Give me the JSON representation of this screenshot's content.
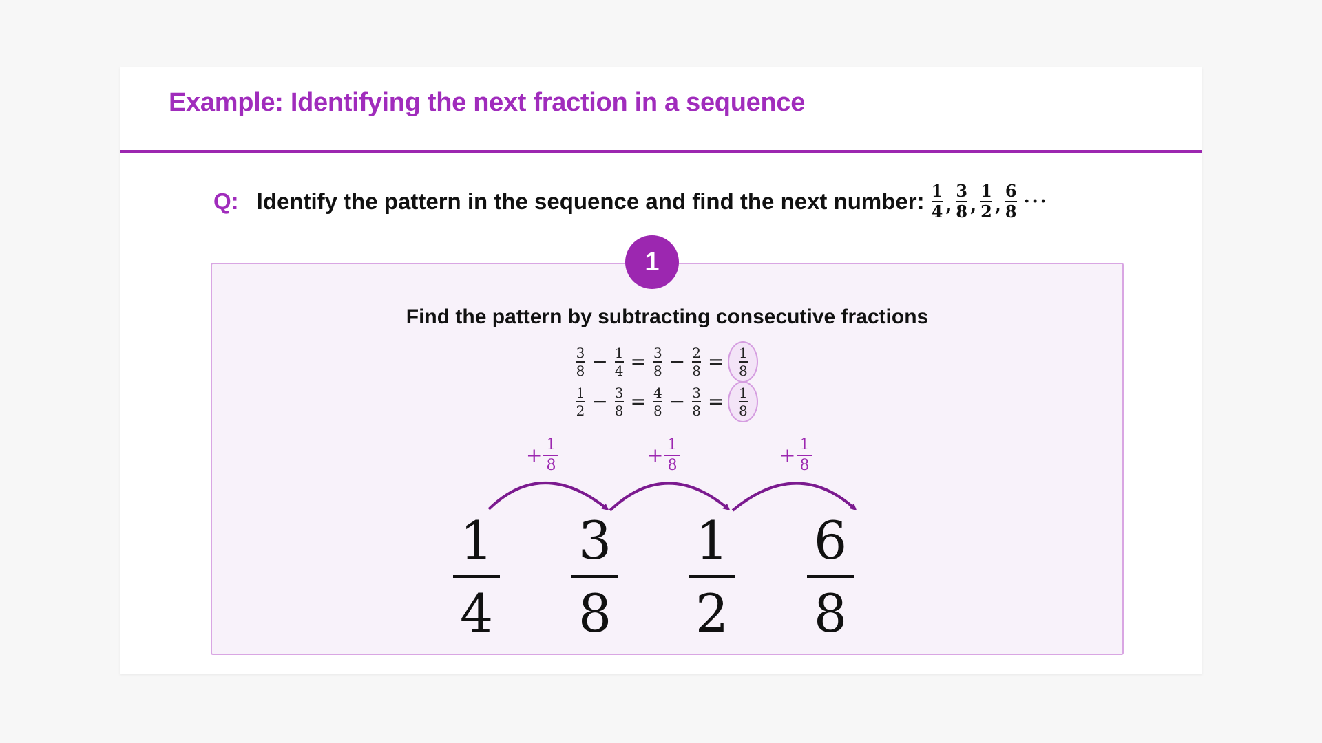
{
  "slide": {
    "title": "Example: Identifying the next fraction in a sequence"
  },
  "question": {
    "label": "Q:",
    "text": "Identify the pattern in the sequence and find the next number:",
    "sequence": [
      {
        "num": "1",
        "den": "4"
      },
      {
        "num": "3",
        "den": "8"
      },
      {
        "num": "1",
        "den": "2"
      },
      {
        "num": "6",
        "den": "8"
      }
    ],
    "separator": ",",
    "ellipsis": "···"
  },
  "step": {
    "number": "1",
    "heading": "Find the pattern by subtracting consecutive fractions",
    "equations": [
      {
        "a": {
          "num": "3",
          "den": "8"
        },
        "op1": "−",
        "b": {
          "num": "1",
          "den": "4"
        },
        "eq1": "=",
        "c": {
          "num": "3",
          "den": "8"
        },
        "op2": "−",
        "d": {
          "num": "2",
          "den": "8"
        },
        "eq2": "=",
        "result": {
          "num": "1",
          "den": "8"
        }
      },
      {
        "a": {
          "num": "1",
          "den": "2"
        },
        "op1": "−",
        "b": {
          "num": "3",
          "den": "8"
        },
        "eq1": "=",
        "c": {
          "num": "4",
          "den": "8"
        },
        "op2": "−",
        "d": {
          "num": "3",
          "den": "8"
        },
        "eq2": "=",
        "result": {
          "num": "1",
          "den": "8"
        }
      }
    ],
    "jump_label": {
      "sign": "+",
      "num": "1",
      "den": "8"
    },
    "big_fractions": [
      {
        "num": "1",
        "den": "4"
      },
      {
        "num": "3",
        "den": "8"
      },
      {
        "num": "1",
        "den": "2"
      },
      {
        "num": "6",
        "den": "8"
      }
    ]
  },
  "colors": {
    "accent": "#9c27b0",
    "box_fill": "#f8f2fa",
    "box_border": "#d9a6e3"
  }
}
